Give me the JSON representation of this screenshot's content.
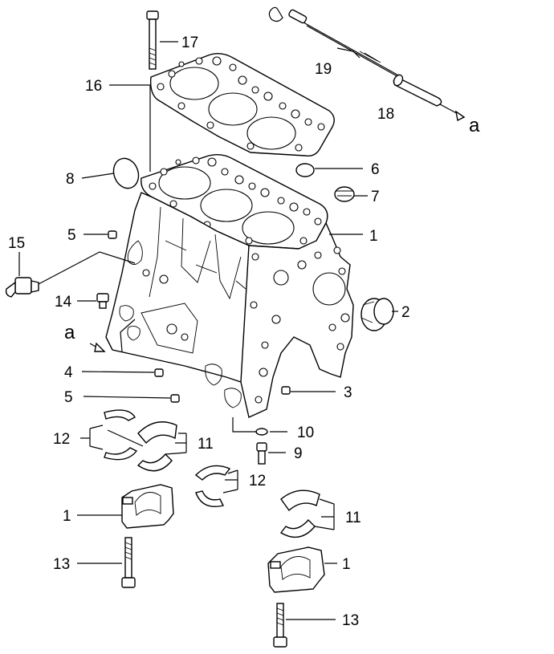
{
  "callouts": [
    {
      "id": "c17",
      "text": "17"
    },
    {
      "id": "c16",
      "text": "16"
    },
    {
      "id": "c19",
      "text": "19"
    },
    {
      "id": "c18",
      "text": "18"
    },
    {
      "id": "ca_top",
      "text": "a"
    },
    {
      "id": "c8",
      "text": "8"
    },
    {
      "id": "c6",
      "text": "6"
    },
    {
      "id": "c7",
      "text": "7"
    },
    {
      "id": "c1_block",
      "text": "1"
    },
    {
      "id": "c5_upper",
      "text": "5"
    },
    {
      "id": "c15",
      "text": "15"
    },
    {
      "id": "c14",
      "text": "14"
    },
    {
      "id": "c2",
      "text": "2"
    },
    {
      "id": "ca_left",
      "text": "a"
    },
    {
      "id": "c4",
      "text": "4"
    },
    {
      "id": "c5_lower",
      "text": "5"
    },
    {
      "id": "c3",
      "text": "3"
    },
    {
      "id": "c10",
      "text": "10"
    },
    {
      "id": "c9",
      "text": "9"
    },
    {
      "id": "c12_left",
      "text": "12"
    },
    {
      "id": "c11_mid",
      "text": "11"
    },
    {
      "id": "c12_right",
      "text": "12"
    },
    {
      "id": "c11_right",
      "text": "11"
    },
    {
      "id": "c1_cap_left",
      "text": "1"
    },
    {
      "id": "c13_left",
      "text": "13"
    },
    {
      "id": "c1_cap_right",
      "text": "1"
    },
    {
      "id": "c13_right",
      "text": "13"
    }
  ]
}
